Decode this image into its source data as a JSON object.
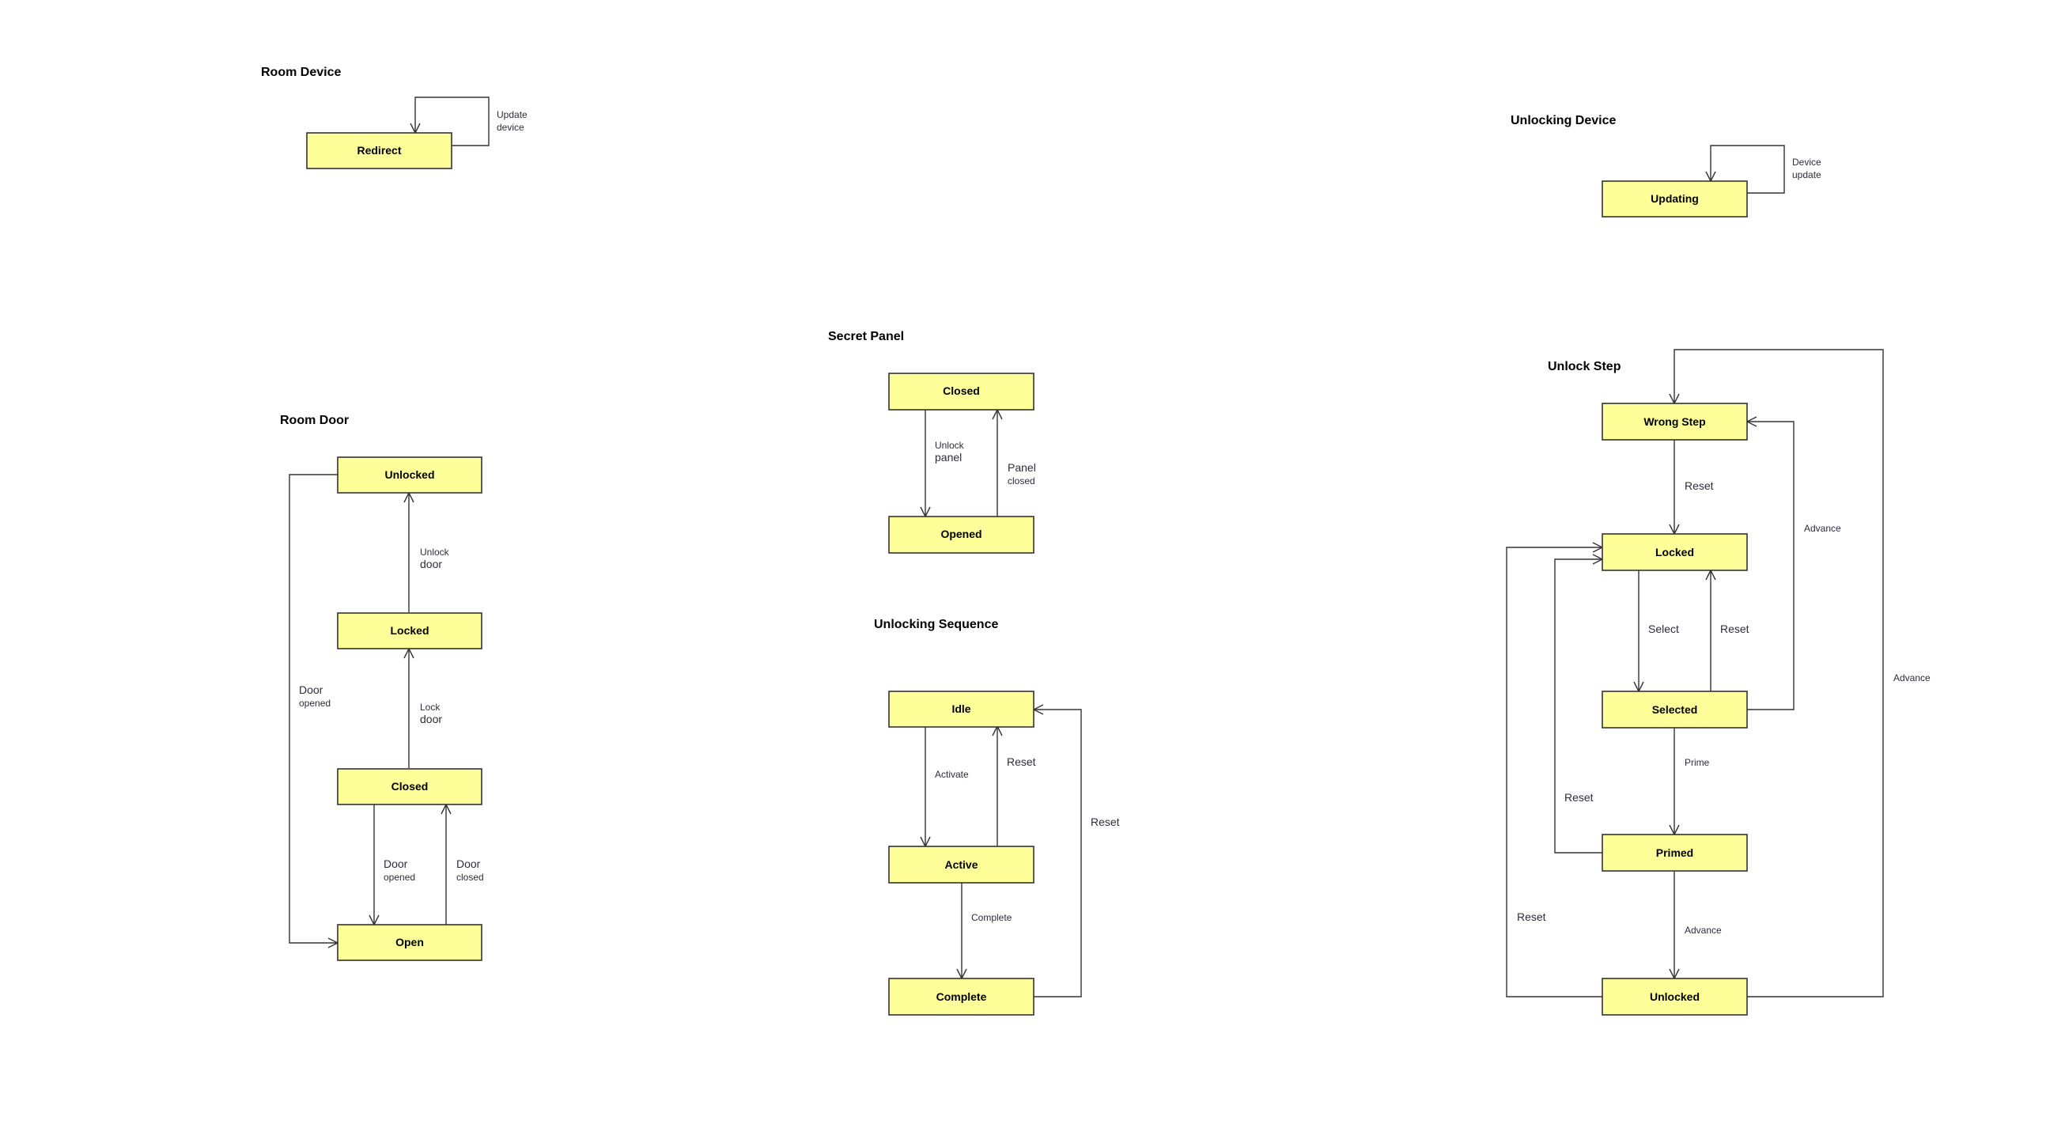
{
  "colors": {
    "state_fill": "#ffff99",
    "state_stroke": "#333333",
    "edge": "#333333",
    "label": "#2d2d3a"
  },
  "diagrams": {
    "room_device": {
      "title": "Room Device",
      "states": {
        "redirect": "Redirect"
      },
      "transitions": {
        "update_device": [
          "Update",
          "device"
        ]
      }
    },
    "unlocking_device": {
      "title": "Unlocking Device",
      "states": {
        "updating": "Updating"
      },
      "transitions": {
        "device_update": [
          "Device",
          "update"
        ]
      }
    },
    "room_door": {
      "title": "Room Door",
      "states": {
        "unlocked": "Unlocked",
        "locked": "Locked",
        "closed": "Closed",
        "open": "Open"
      },
      "transitions": {
        "unlock_door": [
          "Unlock",
          "door"
        ],
        "lock_door": [
          "Lock",
          "door"
        ],
        "door_opened_left": [
          "Door",
          "opened"
        ],
        "door_opened": [
          "Door",
          "opened"
        ],
        "door_closed": [
          "Door",
          "closed"
        ]
      }
    },
    "secret_panel": {
      "title": "Secret Panel",
      "states": {
        "closed": "Closed",
        "opened": "Opened"
      },
      "transitions": {
        "unlock_panel": [
          "Unlock",
          "panel"
        ],
        "panel_closed": [
          "Panel",
          "closed"
        ]
      }
    },
    "unlocking_sequence": {
      "title": "Unlocking Sequence",
      "states": {
        "idle": "Idle",
        "active": "Active",
        "complete": "Complete"
      },
      "transitions": {
        "activate": "Activate",
        "reset_active": "Reset",
        "complete": "Complete",
        "reset_complete": "Reset"
      }
    },
    "unlock_step": {
      "title": "Unlock Step",
      "states": {
        "wrong_step": "Wrong Step",
        "locked": "Locked",
        "selected": "Selected",
        "primed": "Primed",
        "unlocked": "Unlocked"
      },
      "transitions": {
        "reset_wrong": "Reset",
        "advance_selected": "Advance",
        "select": "Select",
        "reset_selected": "Reset",
        "prime": "Prime",
        "reset_primed": "Reset",
        "advance_primed": "Advance",
        "reset_unlocked": "Reset",
        "advance_unlocked": "Advance"
      }
    }
  }
}
